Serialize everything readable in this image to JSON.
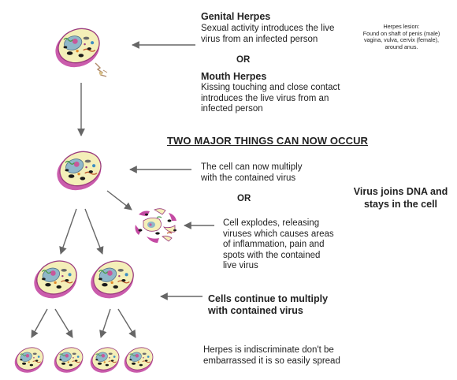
{
  "genital": {
    "heading": "Genital Herpes",
    "line1": "Sexual activity introduces the live",
    "line2": "virus from an infected person"
  },
  "or1": "OR",
  "mouth": {
    "heading": "Mouth Herpes",
    "line1": "Kissing touching and close contact",
    "line2": "introduces the live virus from an",
    "line3": "infected person"
  },
  "lesion": {
    "line1": "Herpes lesion:",
    "line2": "Found on shaft of penis (male)",
    "line3": "vagina, vulva, cervix (female),",
    "line4": "around anus."
  },
  "major_title": "TWO MAJOR THINGS CAN NOW OCCUR",
  "multiply": {
    "line1": "The cell can now multiply",
    "line2": "with the contained virus"
  },
  "or2": "OR",
  "side_note": {
    "line1": "Virus joins DNA and",
    "line2": "stays in the cell"
  },
  "explode": {
    "line1": "Cell explodes, releasing",
    "line2": "viruses which causes areas",
    "line3": "of inflammation, pain and",
    "line4": "spots with the contained",
    "line5": "live virus"
  },
  "continue_note": {
    "line1": "Cells continue to multiply",
    "line2": "with contained virus"
  },
  "footer": {
    "line1": "Herpes is indiscriminate don't be",
    "line2": "embarrassed it is so easily spread"
  },
  "colors": {
    "membrane": "#c44aa3",
    "cytoplasm": "#f4efb8",
    "nucleus": "#8fb7c9",
    "nucleolus": "#c8579a",
    "arrow": "#666666",
    "organelle": "#1a1a1a"
  }
}
